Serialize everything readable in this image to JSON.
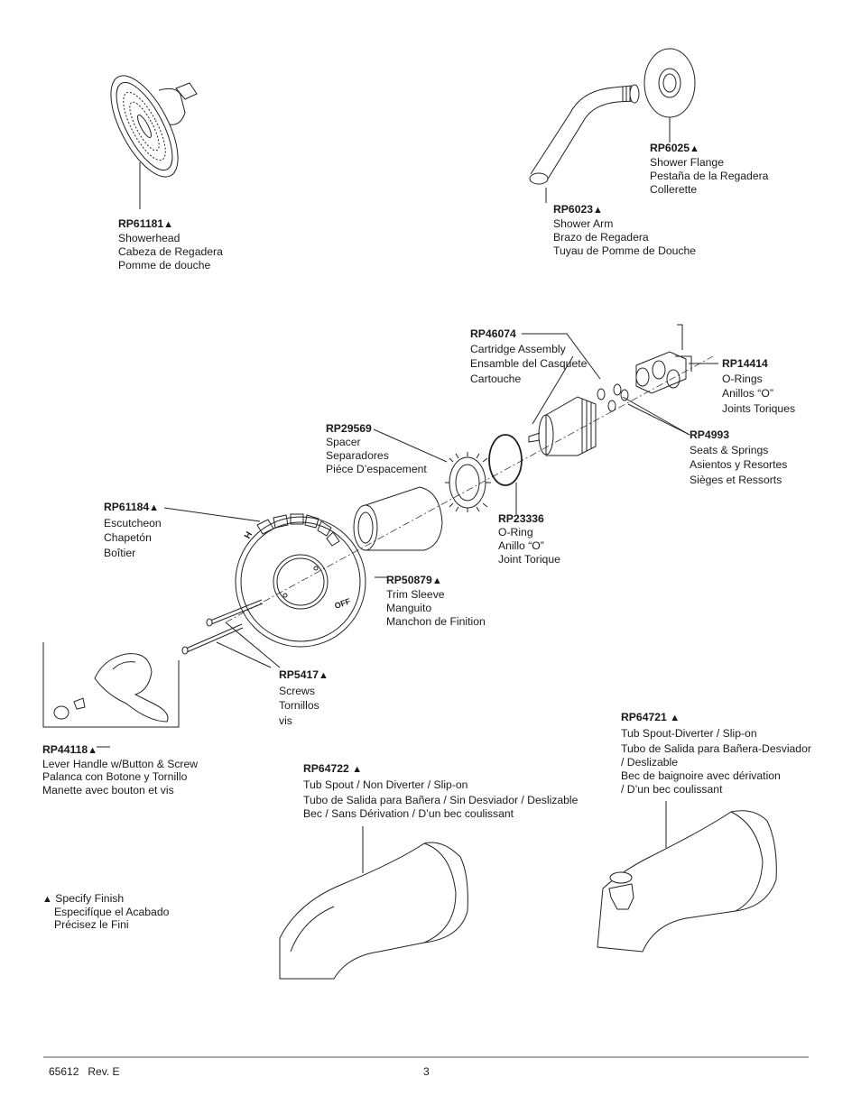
{
  "parts": {
    "showerhead": {
      "number": "RP61181",
      "flag": "▲",
      "names": [
        "Showerhead",
        "Cabeza de Regadera",
        "Pomme de douche"
      ]
    },
    "shower_flange": {
      "number": "RP6025",
      "flag": "▲",
      "names": [
        "Shower Flange",
        "Pestaña de la Regadera",
        "Collerette"
      ]
    },
    "shower_arm": {
      "number": "RP6023",
      "flag": "▲",
      "names": [
        "Shower Arm",
        "Brazo de Regadera",
        "Tuyau de Pomme de Douche"
      ]
    },
    "cartridge": {
      "number": "RP46074",
      "names": [
        "Cartridge Assembly",
        "Ensamble del Casquete",
        "Cartouche"
      ]
    },
    "o_rings": {
      "number": "RP14414",
      "names": [
        "O-Rings",
        "Anillos “O”",
        "Joints Toriques"
      ]
    },
    "seats_springs": {
      "number": "RP4993",
      "names": [
        "Seats & Springs",
        "Asientos y Resortes",
        "Sièges et Ressorts"
      ]
    },
    "spacer": {
      "number": "RP29569",
      "names": [
        "Spacer",
        "Separadores",
        "Piéce D’espacement"
      ]
    },
    "escutcheon": {
      "number": "RP61184",
      "flag": "▲",
      "names": [
        "Escutcheon",
        "Chapetón",
        "Boîtier"
      ]
    },
    "o_ring": {
      "number": "RP23336",
      "names": [
        "O-Ring",
        "Anillo “O”",
        "Joint Torique"
      ]
    },
    "trim_sleeve": {
      "number": "RP50879",
      "flag": "▲",
      "names": [
        "Trim Sleeve",
        "Manguito",
        "Manchon de Finition"
      ]
    },
    "screws": {
      "number": "RP5417",
      "flag": "▲",
      "names": [
        "Screws",
        "Tornillos",
        "vis"
      ]
    },
    "lever_handle": {
      "number": "RP44118",
      "flag": "▲",
      "names": [
        "Lever Handle w/Button & Screw",
        "Palanca con Botone y Tornillo",
        "Manette avec bouton et vis"
      ]
    },
    "tub_spout_nondiverter": {
      "number": "RP64722",
      "flag": "▲",
      "names": [
        "Tub Spout / Non Diverter / Slip-on",
        "Tubo de Salida para Bañera / Sin Desviador / Deslizable",
        "Bec / Sans Dérivation / D’un bec coulissant"
      ]
    },
    "tub_spout_diverter": {
      "number": "RP64721",
      "flag": "▲",
      "names": [
        "Tub Spout-Diverter / Slip-on",
        "Tubo de Salida para Bañera-Desviador",
        "/ Deslizable",
        "Bec de baignoire avec dérivation",
        "/ D’un bec coulissant"
      ]
    }
  },
  "legend": {
    "flag": "▲",
    "lines": [
      "Specify Finish",
      "Especifíque el Acabado",
      "Précisez le Fini"
    ]
  },
  "escutcheon_marks": {
    "hot": "H",
    "off": "OFF"
  },
  "footer": {
    "doc_number": "65612",
    "revision": "Rev. E",
    "page_number": "3"
  }
}
